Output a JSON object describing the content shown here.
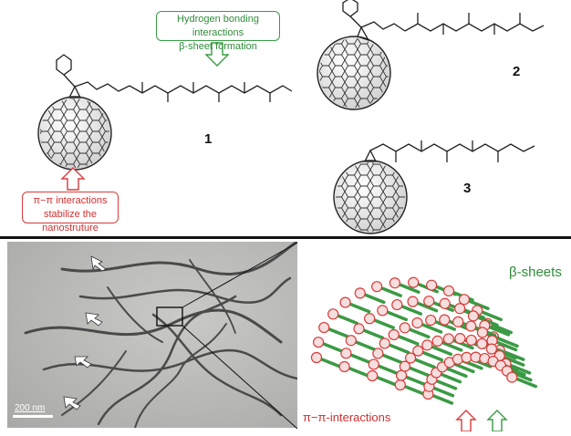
{
  "callouts": {
    "hbond_line1": "Hydrogen bonding interactions",
    "hbond_line2": "β-sheet formation",
    "pipi_line1": "π−π interactions",
    "pipi_line2": "stabilize the nanostruture"
  },
  "compounds": {
    "c1": "1",
    "c2": "2",
    "c3": "3"
  },
  "micrograph": {
    "scale_label": "200 nm"
  },
  "model": {
    "beta_label": "β-sheets",
    "pi_label": "π−π-interactions"
  },
  "colors": {
    "green": "#3a9a44",
    "red": "#d83a3a",
    "ink": "#1a1a1a"
  }
}
